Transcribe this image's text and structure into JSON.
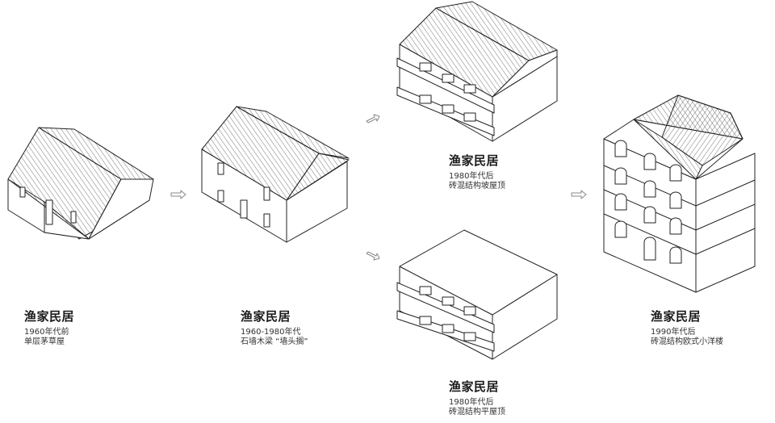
{
  "stages": [
    {
      "id": "s1960",
      "title": "渔家民居",
      "period": "1960年代前",
      "structure": "单层茅草屋"
    },
    {
      "id": "s6080",
      "title": "渔家民居",
      "period": "1960-1980年代",
      "structure": "石墙木梁 “墙头搁”"
    },
    {
      "id": "s80s",
      "title": "渔家民居",
      "period": "1980年代后",
      "structure": "砖混结构坡屋顶"
    },
    {
      "id": "s80f",
      "title": "渔家民居",
      "period": "1980年代后",
      "structure": "砖混结构平屋顶"
    },
    {
      "id": "s90s",
      "title": "渔家民居",
      "period": "1990年代后",
      "structure": "砖混结构欧式小洋楼"
    }
  ],
  "arrow_icon": "outline-arrow-icon",
  "colors": {
    "line": "#222222",
    "fill": "#ffffff",
    "hatch": "#555555"
  }
}
